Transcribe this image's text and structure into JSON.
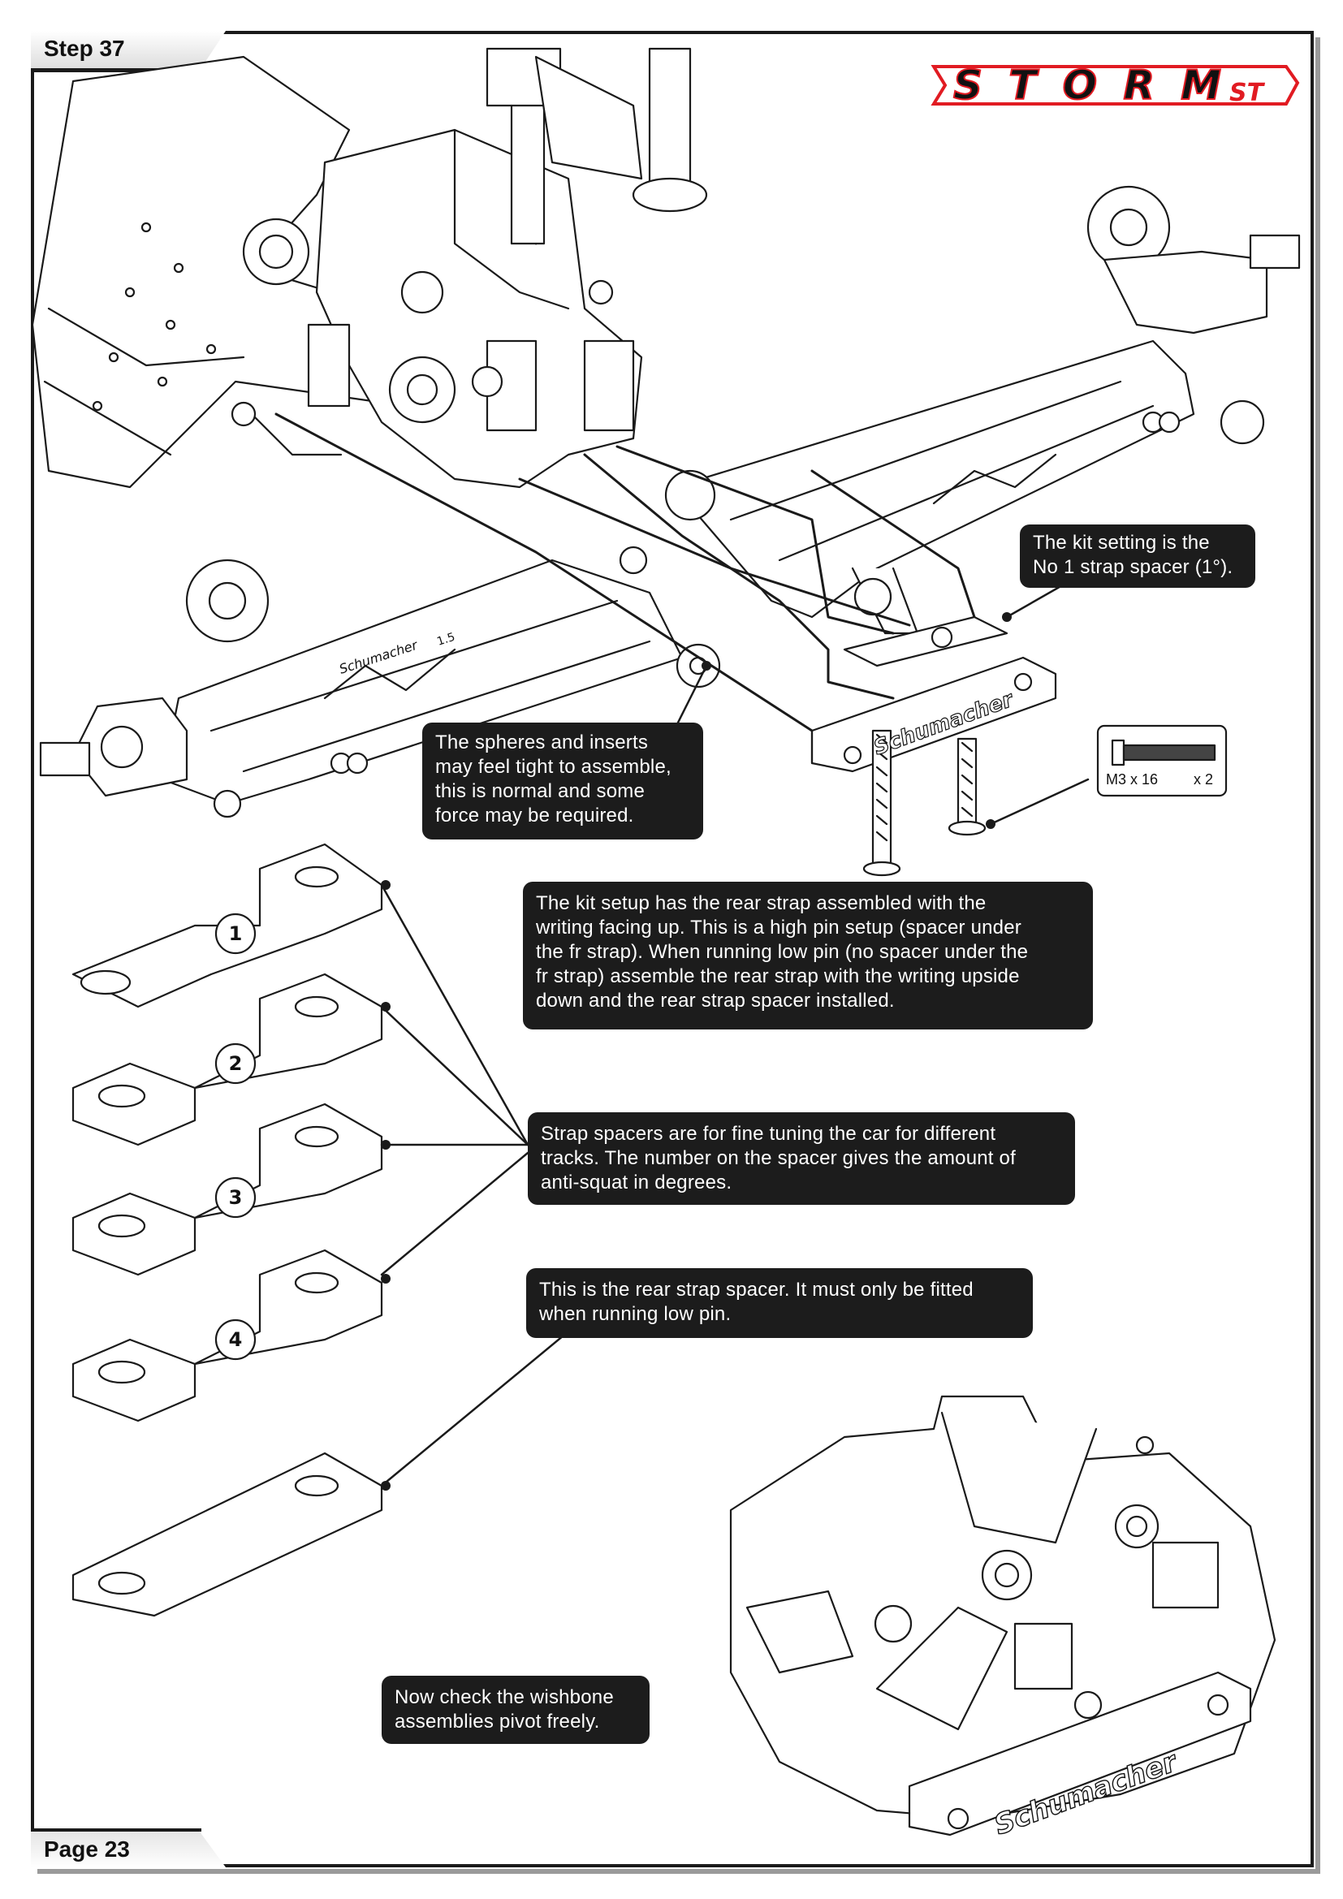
{
  "header": {
    "step_label": "Step 37",
    "logo_main": "STORM",
    "logo_suffix": "ST"
  },
  "footer": {
    "page_label": "Page 23"
  },
  "callouts": {
    "kit_setting": [
      "The kit setting is the",
      "No 1 strap spacer (1°)."
    ],
    "spheres": [
      "The spheres and inserts",
      "may feel tight to assemble,",
      "this is normal and some",
      "force may be required."
    ],
    "kit_setup": [
      "The kit setup has the rear strap assembled with the",
      "writing facing up. This is a high pin setup (spacer under",
      "the fr strap). When running low pin (no spacer under the",
      "fr strap) assemble the rear strap with the writing upside",
      "down and the rear strap spacer installed."
    ],
    "strap_spacers": [
      "Strap spacers are for fine tuning the car for different",
      "tracks. The number on the spacer gives the amount of",
      "anti-squat in degrees."
    ],
    "rear_spacer": [
      "This is the rear strap spacer. It must only be fitted",
      "when running low pin."
    ],
    "check_wishbone": [
      "Now check the wishbone",
      "assemblies pivot freely."
    ]
  },
  "hardware": {
    "screw_size": "M3 x 16",
    "screw_qty": "x 2"
  },
  "parts": {
    "strap_brand": "Schumacher",
    "spacer_numbers": [
      "1",
      "2",
      "3",
      "4"
    ],
    "arm_brand": "Schumacher",
    "arm_code": "1.5"
  }
}
